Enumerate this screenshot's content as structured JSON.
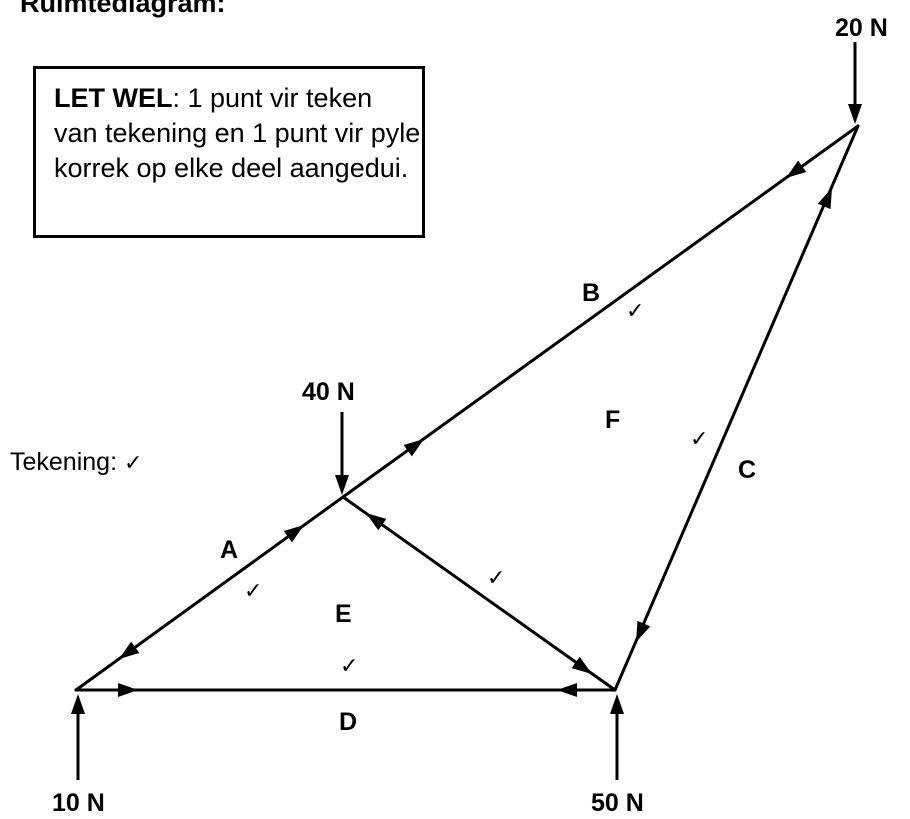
{
  "title": "Ruimtediagram:",
  "note": {
    "bold_prefix": "LET WEL",
    "text": ": 1 punt vir teken van tekening en 1 punt vir pyle korrek op elke deel aangedui."
  },
  "drawing_mark": {
    "label": "Tekening:",
    "tick": "✓"
  },
  "loads": {
    "top": "20 N",
    "apex": "40 N",
    "left": "10 N",
    "right": "50 N"
  },
  "regions": {
    "A": "A",
    "B": "B",
    "C": "C",
    "D": "D",
    "E": "E",
    "F": "F"
  },
  "tick_symbol": "✓"
}
